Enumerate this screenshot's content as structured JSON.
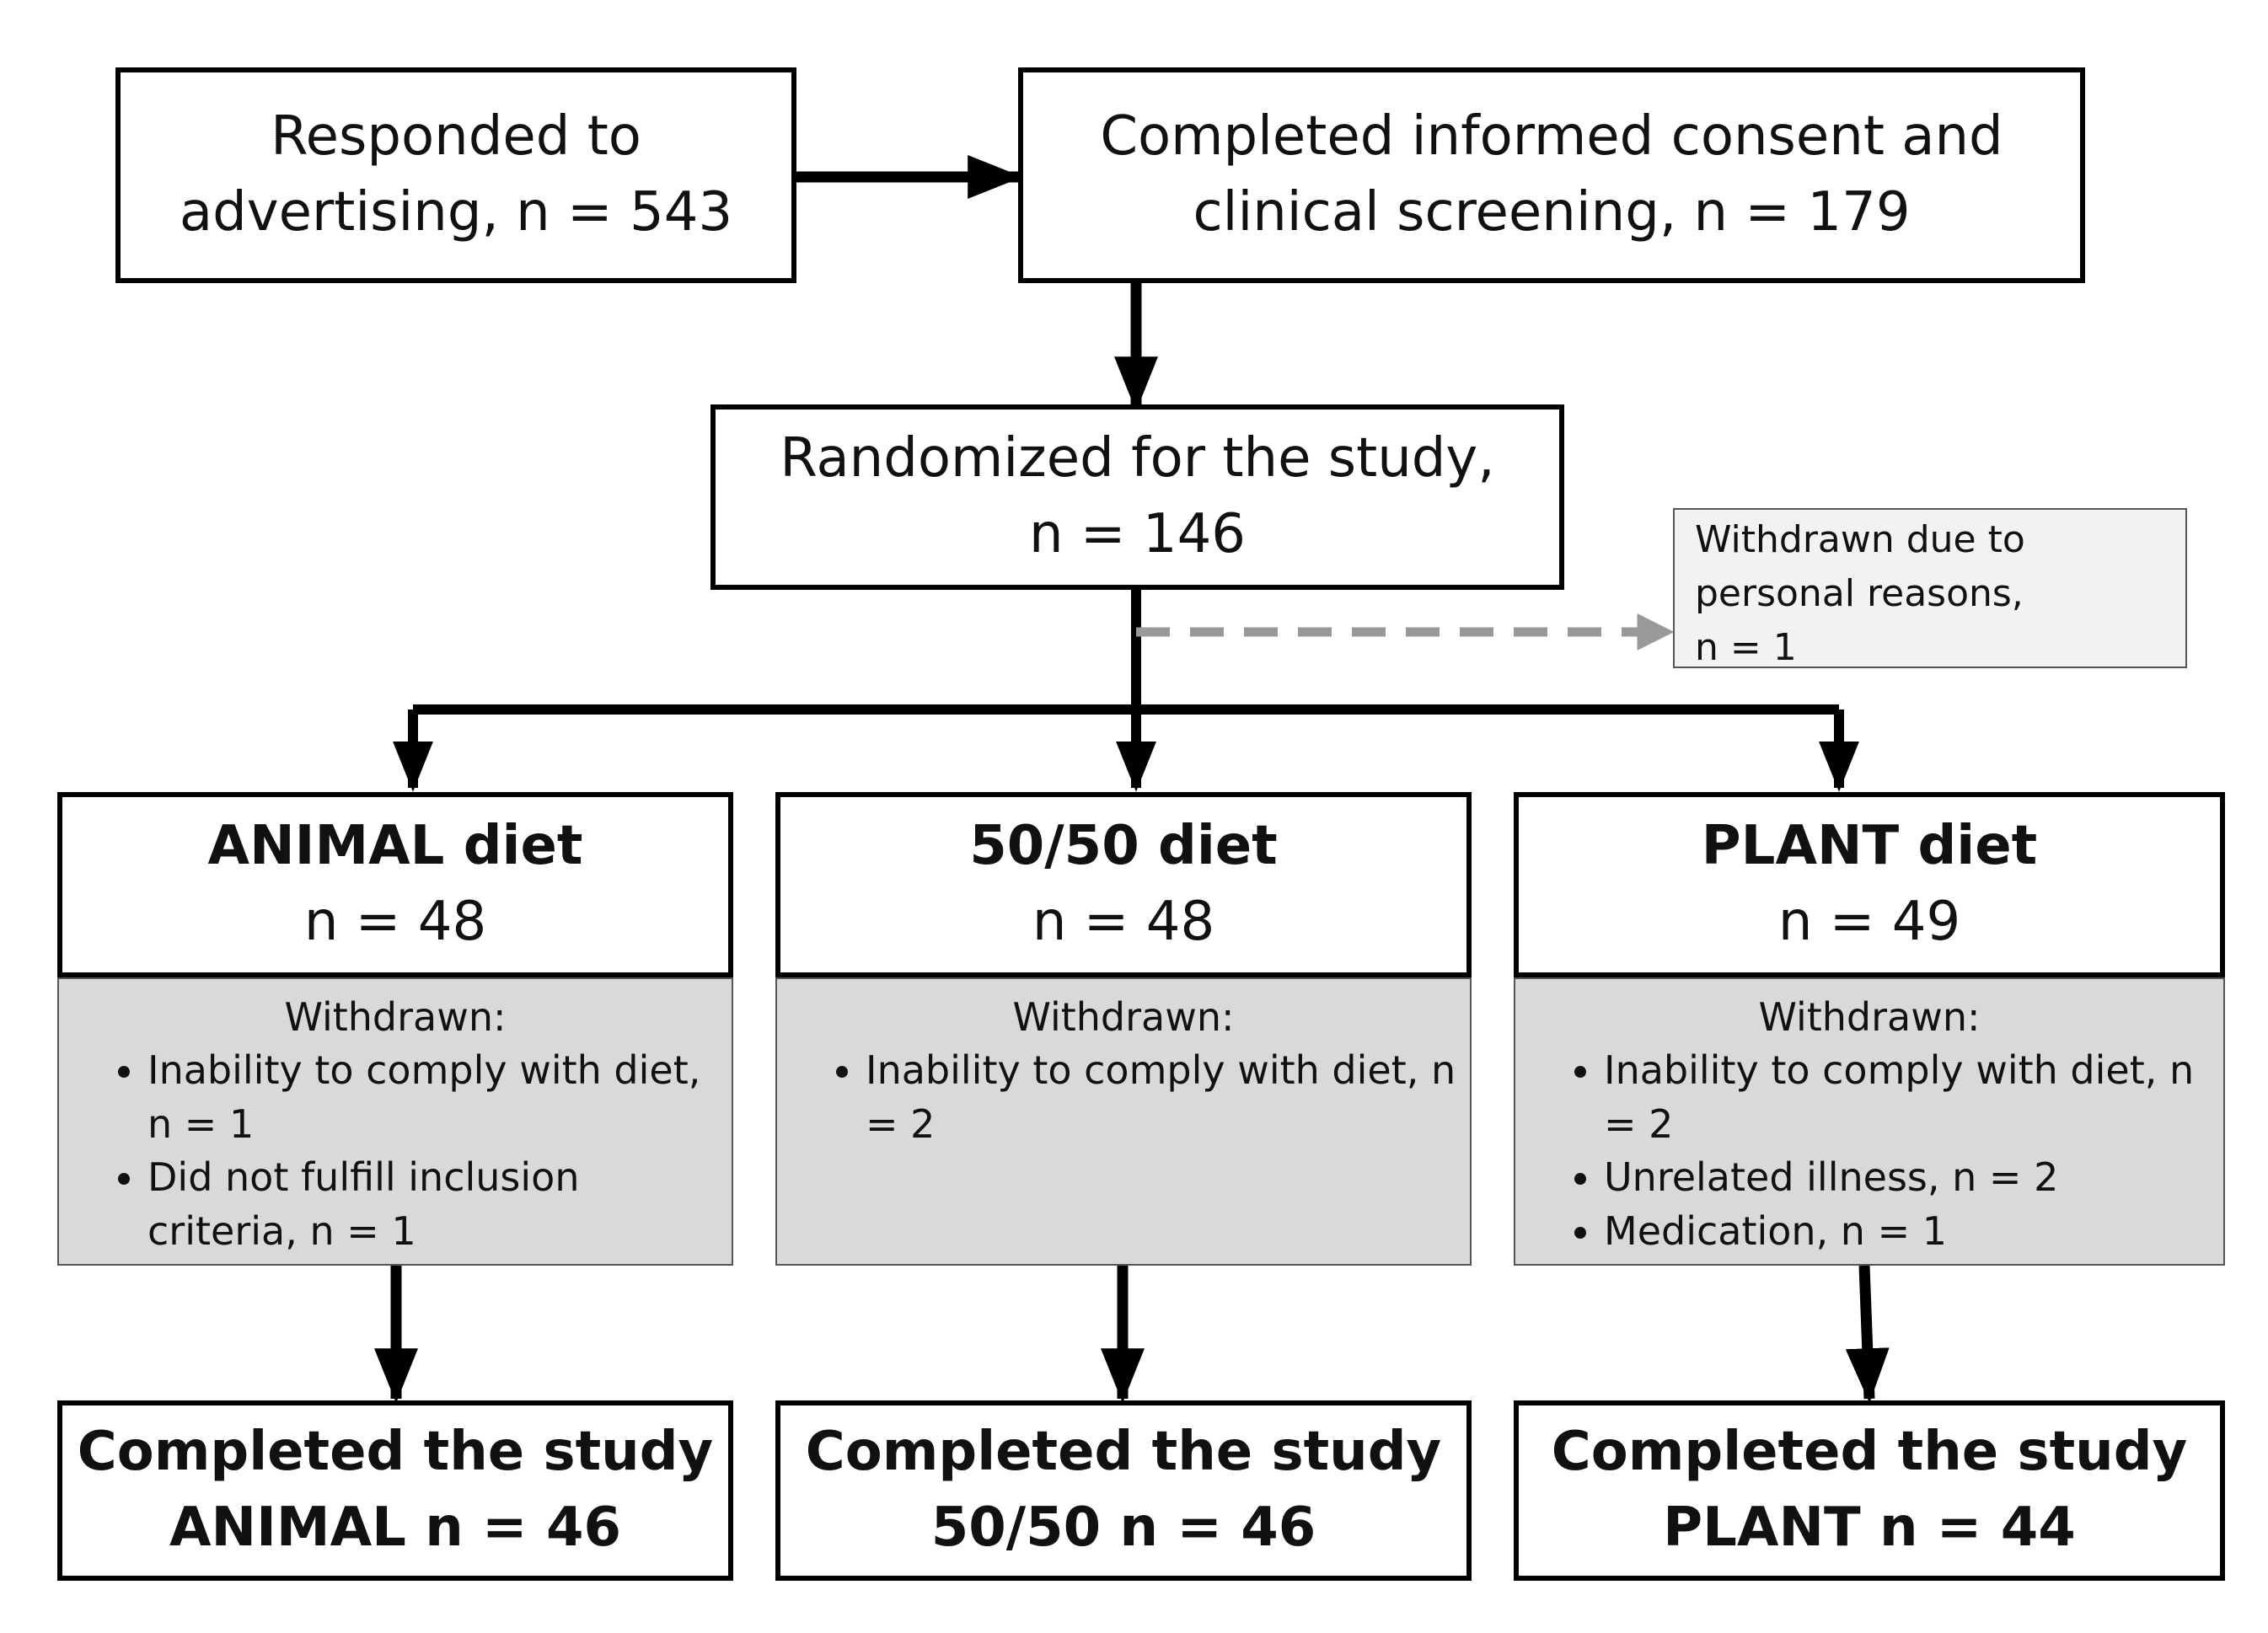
{
  "responded": {
    "line1": "Responded to",
    "line2": "advertising, n = 543"
  },
  "consent": {
    "line1": "Completed informed consent and",
    "line2": "clinical screening, n = 179"
  },
  "randomized": {
    "line1": "Randomized for the study,",
    "line2": "n = 146"
  },
  "withdrawn_personal": {
    "line1": "Withdrawn due to",
    "line2": "personal reasons,",
    "line3": "n = 1"
  },
  "arms": [
    {
      "title": "ANIMAL diet",
      "n": "n = 48",
      "withdrawn_title": "Withdrawn:",
      "reasons": [
        "Inability to comply with diet, n = 1",
        "Did not fulfill inclusion criteria, n = 1"
      ],
      "completed_line1": "Completed the study",
      "completed_line2": "ANIMAL n = 46"
    },
    {
      "title": "50/50 diet",
      "n": "n = 48",
      "withdrawn_title": "Withdrawn:",
      "reasons": [
        "Inability to comply with diet, n = 2"
      ],
      "completed_line1": "Completed the study",
      "completed_line2": "50/50 n = 46"
    },
    {
      "title": "PLANT diet",
      "n": "n = 49",
      "withdrawn_title": "Withdrawn:",
      "reasons": [
        "Inability to comply with diet, n = 2",
        "Unrelated illness, n = 2",
        "Medication, n = 1"
      ],
      "completed_line1": "Completed the study",
      "completed_line2": "PLANT n = 44"
    }
  ]
}
